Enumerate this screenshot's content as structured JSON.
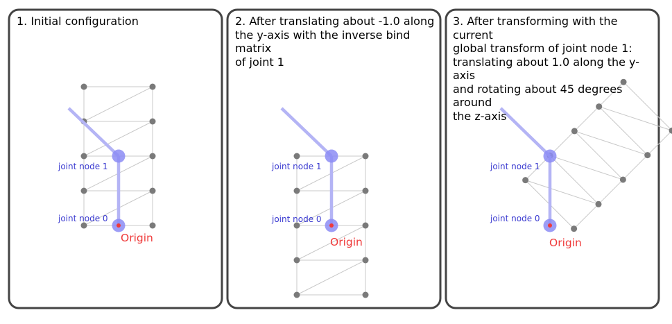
{
  "panels": [
    {
      "caption": "1. Initial configuration",
      "joint0_label": "joint node 0",
      "joint1_label": "joint node 1",
      "origin_label": "Origin"
    },
    {
      "caption": "2. After translating about -1.0 along\nthe y-axis with the inverse bind matrix\nof joint 1",
      "joint0_label": "joint node 0",
      "joint1_label": "joint node 1",
      "origin_label": "Origin"
    },
    {
      "caption": "3. After transforming with the current\nglobal transform of joint node 1:\ntranslating about 1.0 along the y-axis\nand rotating about 45 degrees around\nthe z-axis",
      "joint0_label": "joint node 0",
      "joint1_label": "joint node 1",
      "origin_label": "Origin"
    }
  ],
  "colors": {
    "border": "#444444",
    "mesh_edge": "#c8c8c8",
    "vertex": "#7a7a7a",
    "joint": "#8c8cf5",
    "bone": "#b4b4f5",
    "joint_label": "#3a3ad0",
    "origin": "#ef3a3a"
  }
}
